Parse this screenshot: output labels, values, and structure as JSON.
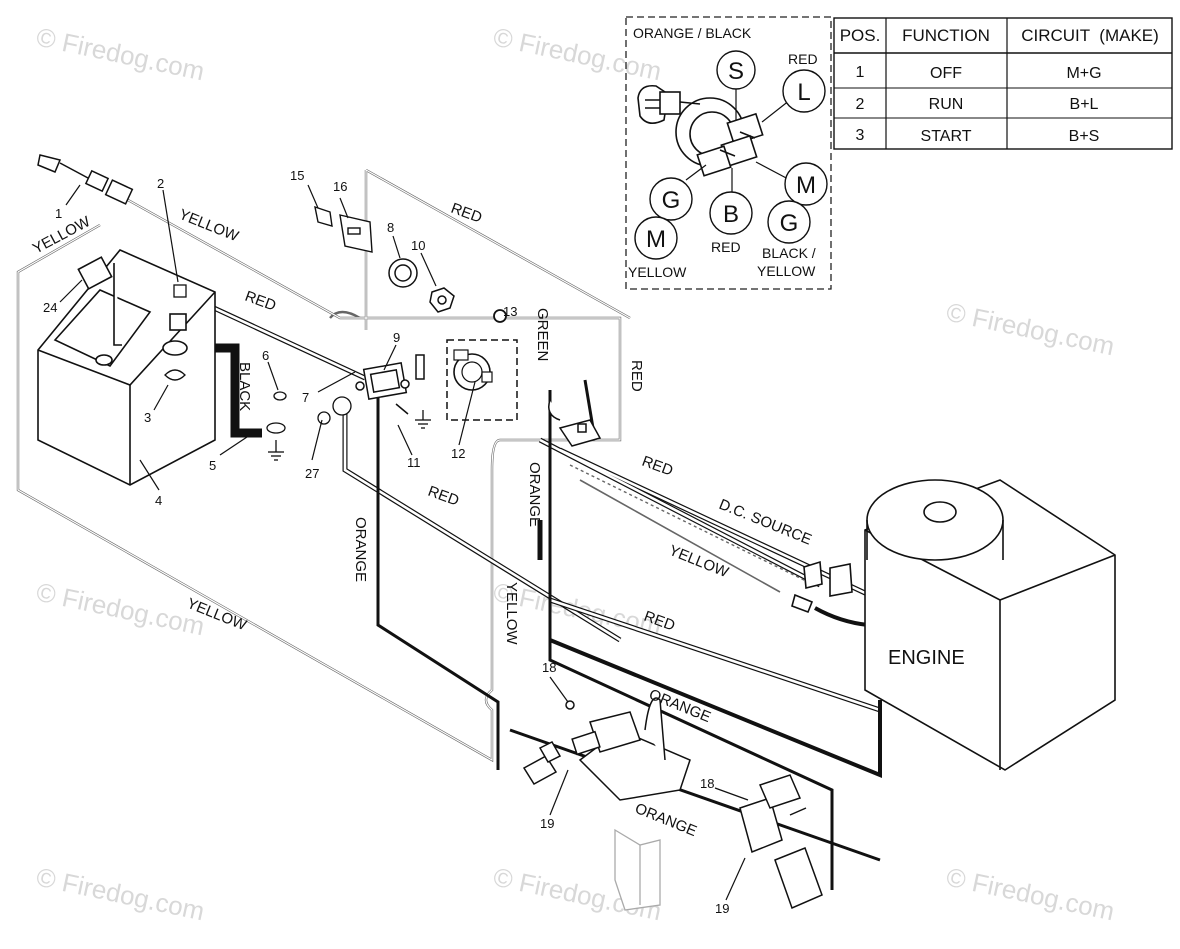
{
  "watermark": "© Firedog.com",
  "inset": {
    "wire_labels": {
      "orange_black": "ORANGE / BLACK",
      "red_top": "RED",
      "red_bottom": "RED",
      "yellow": "YELLOW",
      "black_yellow_1": "BLACK /",
      "black_yellow_2": "YELLOW"
    },
    "terminals": {
      "s": "S",
      "l": "L",
      "g_left": "G",
      "b": "B",
      "m_right": "M",
      "m_left": "M",
      "g_right": "G"
    }
  },
  "table": {
    "headers": [
      "POS.",
      "FUNCTION",
      "CIRCUIT  (MAKE)"
    ],
    "rows": [
      [
        "1",
        "OFF",
        "M+G"
      ],
      [
        "2",
        "RUN",
        "B+L"
      ],
      [
        "3",
        "START",
        "B+S"
      ]
    ]
  },
  "wires": {
    "yellow_1": "YELLOW",
    "yellow_2": "YELLOW",
    "yellow_3": "YELLOW",
    "yellow_4": "YELLOW",
    "yellow_5": "YELLOW",
    "red_1": "RED",
    "red_2": "RED",
    "red_3": "RED",
    "red_4": "RED",
    "red_5": "RED",
    "red_6": "RED",
    "black": "BLACK",
    "orange_1": "ORANGE",
    "orange_2": "ORANGE",
    "orange_3": "ORANGE",
    "orange_4": "ORANGE",
    "green": "GREEN",
    "dc_source": "D.C. SOURCE"
  },
  "engine_label": "ENGINE",
  "part_numbers": {
    "p1": "1",
    "p2": "2",
    "p3": "3",
    "p4": "4",
    "p5": "5",
    "p6": "6",
    "p7": "7",
    "p8": "8",
    "p9": "9",
    "p10": "10",
    "p11": "11",
    "p12": "12",
    "p13": "13",
    "p15": "15",
    "p16": "16",
    "p18a": "18",
    "p18b": "18",
    "p19a": "19",
    "p19b": "19",
    "p24": "24",
    "p27": "27"
  }
}
